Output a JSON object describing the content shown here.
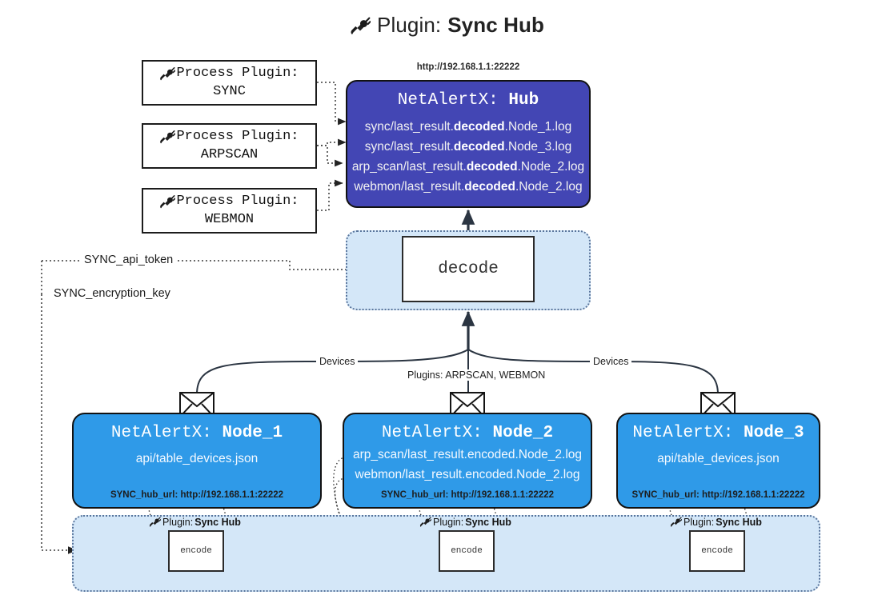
{
  "title": {
    "icon": "plug-icon",
    "prefix": "Plugin:",
    "name": "Sync Hub"
  },
  "colors": {
    "hub_fill": "#4346b4",
    "node_fill": "#2f9ae8",
    "container_fill": "#d4e7f8",
    "border": "#121212",
    "page_bg": "#ffffff"
  },
  "process_plugins": [
    {
      "icon": "plug-icon",
      "line1": "Process Plugin:",
      "line2": "SYNC"
    },
    {
      "icon": "plug-icon",
      "line1": "Process Plugin:",
      "line2": "ARPSCAN"
    },
    {
      "icon": "plug-icon",
      "line1": "Process Plugin:",
      "line2": "WEBMON"
    }
  ],
  "hub": {
    "url": "http://192.168.1.1:22222",
    "title_prefix": "NetAlertX:",
    "title_name": "Hub",
    "logs": [
      {
        "pre": "sync/last_result.",
        "em": "decoded",
        "post": ".Node_1.log"
      },
      {
        "pre": "sync/last_result.",
        "em": "decoded",
        "post": ".Node_3.log"
      },
      {
        "pre": "arp_scan/last_result.",
        "em": "decoded",
        "post": ".Node_2.log"
      },
      {
        "pre": "webmon/last_result.",
        "em": "decoded",
        "post": ".Node_2.log"
      }
    ]
  },
  "decode": {
    "label": "decode"
  },
  "secrets": [
    {
      "label": "SYNC_api_token"
    },
    {
      "label": "SYNC_encryption_key"
    }
  ],
  "edge_labels": {
    "left_devices": "Devices",
    "right_devices": "Devices",
    "middle_plugins": "Plugins: ARPSCAN, WEBMON"
  },
  "nodes": [
    {
      "icon": "envelope-icon",
      "title_prefix": "NetAlertX:",
      "title_name": "Node_1",
      "lines": [
        "api/table_devices.json"
      ],
      "hub_url_label": "SYNC_hub_url:",
      "hub_url_value": "http://192.168.1.1:22222"
    },
    {
      "icon": "envelope-icon",
      "title_prefix": "NetAlertX:",
      "title_name": "Node_2",
      "lines": [
        "arp_scan/last_result.encoded.Node_2.log",
        "webmon/last_result.encoded.Node_2.log"
      ],
      "hub_url_label": "SYNC_hub_url:",
      "hub_url_value": "http://192.168.1.1:22222"
    },
    {
      "icon": "envelope-icon",
      "title_prefix": "NetAlertX:",
      "title_name": "Node_3",
      "lines": [
        "api/table_devices.json"
      ],
      "hub_url_label": "SYNC_hub_url:",
      "hub_url_value": "http://192.168.1.1:22222"
    }
  ],
  "encoders": [
    {
      "tag_icon": "plug-icon",
      "tag_prefix": "Plugin:",
      "tag_name": "Sync Hub",
      "label": "encode"
    },
    {
      "tag_icon": "plug-icon",
      "tag_prefix": "Plugin:",
      "tag_name": "Sync Hub",
      "label": "encode"
    },
    {
      "tag_icon": "plug-icon",
      "tag_prefix": "Plugin:",
      "tag_name": "Sync Hub",
      "label": "encode"
    }
  ]
}
